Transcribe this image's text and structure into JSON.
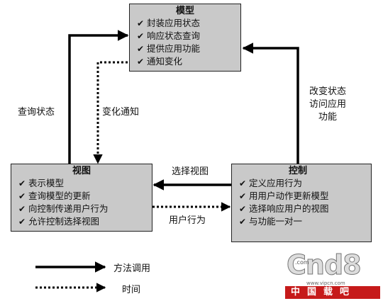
{
  "model": {
    "title": "模型",
    "items": [
      "封装应用状态",
      "响应状态查询",
      "提供应用功能",
      "通知变化"
    ]
  },
  "view": {
    "title": "视图",
    "items": [
      "表示模型",
      "查询模型的更新",
      "向控制传递用户行为",
      "允许控制选择视图"
    ]
  },
  "controller": {
    "title": "控制",
    "items": [
      "定义应用行为",
      "用用户动作更新模型",
      "选择响应用户的视图",
      "与功能一对一"
    ]
  },
  "labels": {
    "query_state": "查询状态",
    "change_notify": "变化通知",
    "change_state_line1": "改变状态",
    "change_state_line2": "访问应用",
    "change_state_line3": "功能",
    "select_view": "选择视图",
    "user_action": "用户行为"
  },
  "legend": {
    "method_call": "方法调用",
    "time": "时间"
  },
  "watermark": {
    "logo": "Cnd8",
    "com": ".com",
    "url": "www.vipcn.com",
    "cn_text": "中国载吧"
  }
}
